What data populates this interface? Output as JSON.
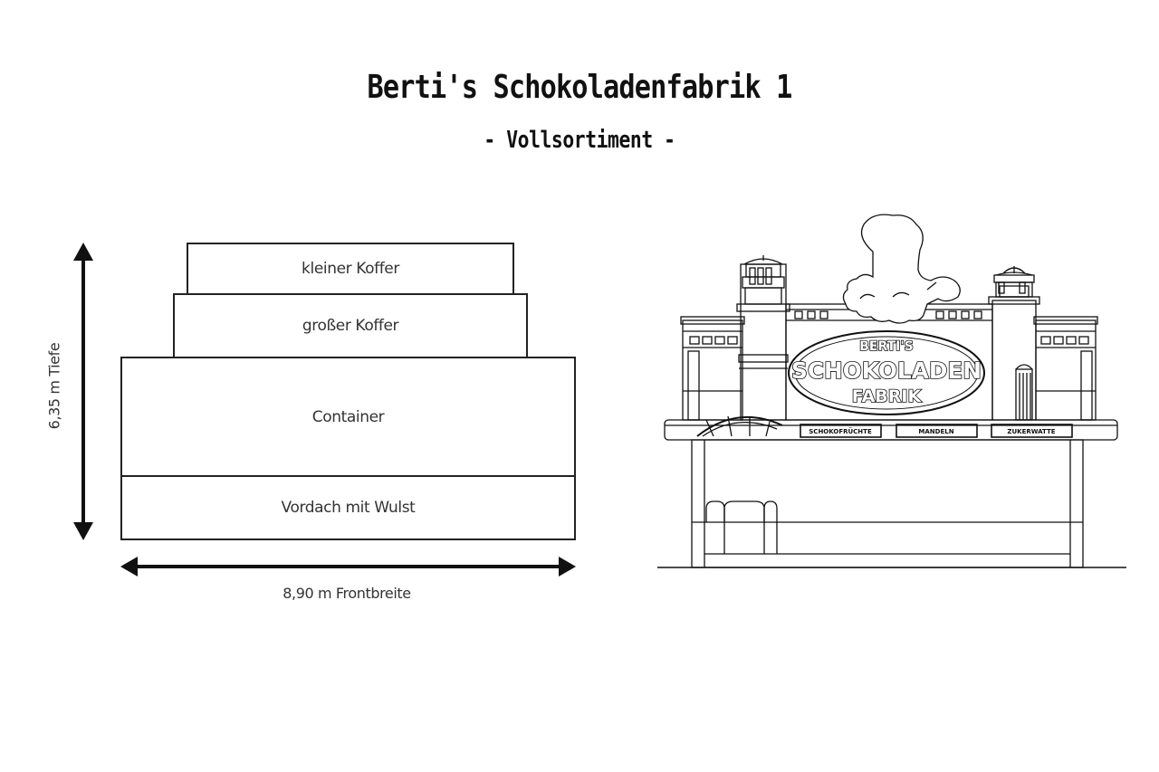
{
  "header": {
    "title": "Berti's Schokoladenfabrik 1",
    "subtitle": "- Vollsortiment -"
  },
  "floor_plan": {
    "modules": [
      {
        "label": "kleiner Koffer"
      },
      {
        "label": "großer Koffer"
      },
      {
        "label": "Container"
      },
      {
        "label": "Vordach mit Wulst"
      }
    ],
    "depth_label": "6,35 m Tiefe",
    "width_label": "8,90 m Frontbreite"
  },
  "front_view": {
    "logo_lines": [
      "BERTI'S",
      "SCHOKOLADEN",
      "FABRIK"
    ],
    "signs": [
      "SCHOKOFRÜCHTE",
      "MANDELN",
      "ZUKERWATTE"
    ]
  }
}
